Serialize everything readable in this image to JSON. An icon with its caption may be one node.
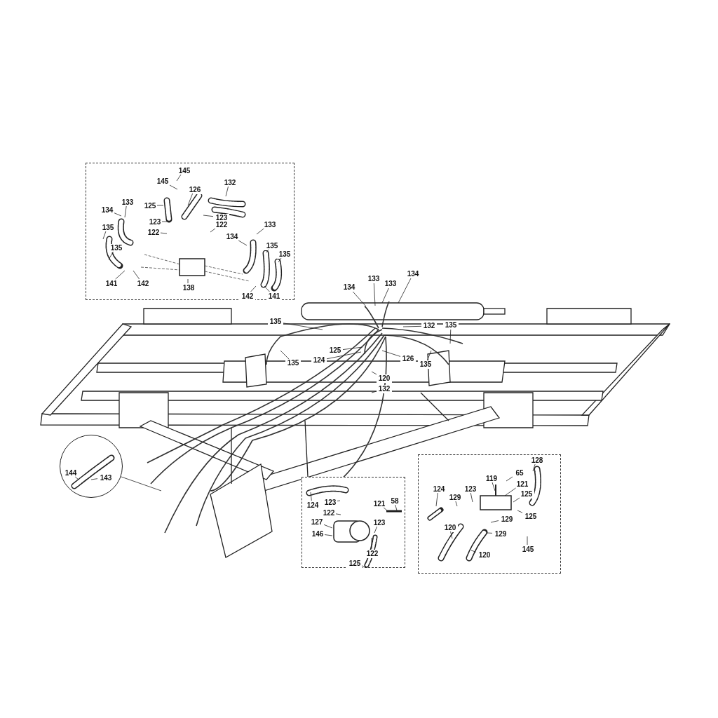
{
  "diagram": {
    "nodes": [
      {
        "text": [],
        "shape": "box"
      },
      {
        "text": [
          "145"
        ],
        "in": 0
      },
      {
        "text": [
          "145"
        ],
        "in": 0
      },
      {
        "text": [
          "126"
        ],
        "in": 0
      },
      {
        "text": [
          "132"
        ],
        "in": 0
      },
      {
        "text": [
          "133"
        ],
        "in": 0
      },
      {
        "text": [
          "134"
        ],
        "in": 0
      },
      {
        "text": [
          "125"
        ],
        "in": 0
      },
      {
        "text": [
          "123"
        ],
        "in": 0
      },
      {
        "text": [
          "122"
        ],
        "in": 0
      },
      {
        "text": [
          "123"
        ],
        "in": 0
      },
      {
        "text": [
          "122"
        ],
        "in": 0
      },
      {
        "text": [
          "133"
        ],
        "in": 0
      },
      {
        "text": [
          "134"
        ],
        "in": 0
      },
      {
        "text": [
          "135"
        ],
        "in": 0
      },
      {
        "text": [
          "135"
        ],
        "in": 0
      },
      {
        "text": [
          "135"
        ],
        "in": 0
      },
      {
        "text": [
          "135"
        ],
        "in": 0
      },
      {
        "text": [
          "141"
        ],
        "in": 0
      },
      {
        "text": [
          "142"
        ],
        "in": 0
      },
      {
        "text": [
          "138"
        ],
        "in": 0
      },
      {
        "text": [
          "142"
        ],
        "in": 0
      },
      {
        "text": [
          "141"
        ],
        "in": 0
      },
      {
        "text": [
          "134"
        ]
      },
      {
        "text": [
          "133"
        ]
      },
      {
        "text": [
          "133"
        ]
      },
      {
        "text": [
          "134"
        ]
      },
      {
        "text": [
          "135"
        ]
      },
      {
        "text": [
          "132"
        ]
      },
      {
        "text": [
          "135"
        ]
      },
      {
        "text": [
          "125"
        ]
      },
      {
        "text": [
          "124"
        ]
      },
      {
        "text": [
          "135"
        ]
      },
      {
        "text": [
          "126"
        ]
      },
      {
        "text": [
          "135"
        ]
      },
      {
        "text": [
          "120"
        ]
      },
      {
        "text": [
          "132"
        ]
      },
      {
        "text": [],
        "shape": "box"
      },
      {
        "text": [
          "124"
        ],
        "in": 37
      },
      {
        "text": [
          "123"
        ],
        "in": 37
      },
      {
        "text": [
          "122"
        ],
        "in": 37
      },
      {
        "text": [
          "121"
        ],
        "in": 37
      },
      {
        "text": [
          "58"
        ],
        "in": 37
      },
      {
        "text": [
          "127"
        ],
        "in": 37
      },
      {
        "text": [
          "146"
        ],
        "in": 37
      },
      {
        "text": [
          "123"
        ],
        "in": 37
      },
      {
        "text": [
          "122"
        ],
        "in": 37
      },
      {
        "text": [
          "125"
        ],
        "in": 37
      },
      {
        "text": [],
        "shape": "box"
      },
      {
        "text": [
          "128"
        ],
        "in": 48
      },
      {
        "text": [
          "65"
        ],
        "in": 48
      },
      {
        "text": [
          "119"
        ],
        "in": 48
      },
      {
        "text": [
          "124"
        ],
        "in": 48
      },
      {
        "text": [
          "123"
        ],
        "in": 48
      },
      {
        "text": [
          "129"
        ],
        "in": 48
      },
      {
        "text": [
          "121"
        ],
        "in": 48
      },
      {
        "text": [
          "125"
        ],
        "in": 48
      },
      {
        "text": [
          "125"
        ],
        "in": 48
      },
      {
        "text": [
          "129"
        ],
        "in": 48
      },
      {
        "text": [
          "120"
        ],
        "in": 48
      },
      {
        "text": [
          "129"
        ],
        "in": 48
      },
      {
        "text": [
          "145"
        ],
        "in": 48
      },
      {
        "text": [
          "120"
        ],
        "in": 48
      },
      {
        "text": [],
        "shape": "circle"
      },
      {
        "text": [
          "144"
        ],
        "in": 63
      },
      {
        "text": [
          "143"
        ],
        "in": 63
      }
    ],
    "edges": [
      {
        "from": 1,
        "to": null,
        "arrow": "none"
      },
      {
        "from": 2,
        "to": null,
        "arrow": "none"
      },
      {
        "from": 3,
        "to": null,
        "arrow": "none"
      },
      {
        "from": 4,
        "to": null,
        "arrow": "none"
      },
      {
        "from": 5,
        "to": null,
        "arrow": "none"
      },
      {
        "from": 6,
        "to": null,
        "arrow": "none"
      },
      {
        "from": 7,
        "to": null,
        "arrow": "none"
      },
      {
        "from": 8,
        "to": null,
        "arrow": "none"
      },
      {
        "from": 9,
        "to": null,
        "arrow": "none"
      },
      {
        "from": 10,
        "to": null,
        "arrow": "none"
      },
      {
        "from": 11,
        "to": null,
        "arrow": "none"
      },
      {
        "from": 12,
        "to": null,
        "arrow": "none"
      },
      {
        "from": 13,
        "to": null,
        "arrow": "none"
      },
      {
        "from": 14,
        "to": null,
        "arrow": "none"
      },
      {
        "from": 15,
        "to": null,
        "arrow": "none"
      },
      {
        "from": 16,
        "to": null,
        "arrow": "none"
      },
      {
        "from": 17,
        "to": null,
        "arrow": "none"
      },
      {
        "from": 18,
        "to": null,
        "arrow": "none"
      },
      {
        "from": 19,
        "to": null,
        "arrow": "none"
      },
      {
        "from": 20,
        "to": null,
        "arrow": "none"
      },
      {
        "from": 21,
        "to": null,
        "arrow": "none"
      },
      {
        "from": 22,
        "to": null,
        "arrow": "none"
      },
      {
        "from": 23,
        "to": null,
        "arrow": "none"
      },
      {
        "from": 24,
        "to": null,
        "arrow": "none"
      },
      {
        "from": 25,
        "to": null,
        "arrow": "none"
      },
      {
        "from": 26,
        "to": null,
        "arrow": "none"
      },
      {
        "from": 27,
        "to": null,
        "arrow": "none"
      },
      {
        "from": 28,
        "to": null,
        "arrow": "none"
      },
      {
        "from": 29,
        "to": null,
        "arrow": "none"
      },
      {
        "from": 30,
        "to": null,
        "arrow": "none"
      },
      {
        "from": 31,
        "to": null,
        "arrow": "none"
      },
      {
        "from": 32,
        "to": null,
        "arrow": "none"
      },
      {
        "from": 33,
        "to": null,
        "arrow": "none"
      },
      {
        "from": 34,
        "to": null,
        "arrow": "none"
      },
      {
        "from": 35,
        "to": null,
        "arrow": "none"
      },
      {
        "from": 36,
        "to": null,
        "arrow": "none"
      },
      {
        "from": 38,
        "to": null,
        "arrow": "none"
      },
      {
        "from": 39,
        "to": null,
        "arrow": "none"
      },
      {
        "from": 40,
        "to": null,
        "arrow": "none"
      },
      {
        "from": 41,
        "to": null,
        "arrow": "none"
      },
      {
        "from": 42,
        "to": null,
        "arrow": "none"
      },
      {
        "from": 43,
        "to": null,
        "arrow": "none"
      },
      {
        "from": 44,
        "to": null,
        "arrow": "none"
      },
      {
        "from": 45,
        "to": null,
        "arrow": "none"
      },
      {
        "from": 46,
        "to": null,
        "arrow": "none"
      },
      {
        "from": 47,
        "to": null,
        "arrow": "none"
      },
      {
        "from": 49,
        "to": null,
        "arrow": "none"
      },
      {
        "from": 50,
        "to": null,
        "arrow": "none"
      },
      {
        "from": 51,
        "to": null,
        "arrow": "none"
      },
      {
        "from": 52,
        "to": null,
        "arrow": "none"
      },
      {
        "from": 53,
        "to": null,
        "arrow": "none"
      },
      {
        "from": 54,
        "to": null,
        "arrow": "none"
      },
      {
        "from": 55,
        "to": null,
        "arrow": "none"
      },
      {
        "from": 56,
        "to": null,
        "arrow": "none"
      },
      {
        "from": 57,
        "to": null,
        "arrow": "none"
      },
      {
        "from": 58,
        "to": null,
        "arrow": "none"
      },
      {
        "from": 59,
        "to": null,
        "arrow": "none"
      },
      {
        "from": 60,
        "to": null,
        "arrow": "none"
      },
      {
        "from": 61,
        "to": null,
        "arrow": "none"
      },
      {
        "from": 62,
        "to": null,
        "arrow": "none"
      },
      {
        "from": 64,
        "to": null,
        "arrow": "none"
      },
      {
        "from": 65,
        "to": null,
        "arrow": "none"
      },
      {
        "from": 63,
        "to": null,
        "arrow": "none"
      }
    ]
  }
}
